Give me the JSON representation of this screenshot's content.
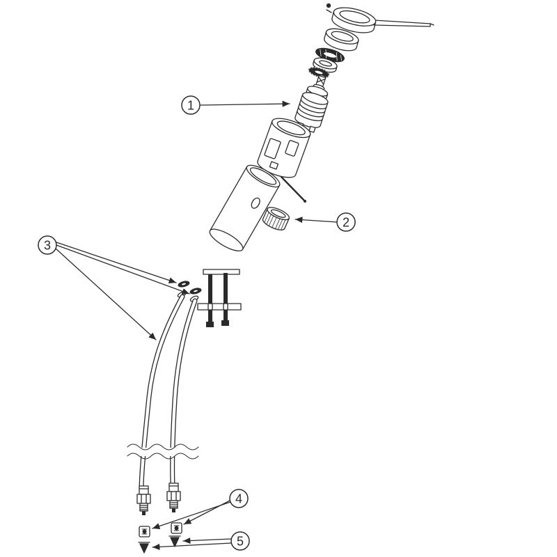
{
  "page": {
    "background_color": "#ffffff",
    "ink_color": "#2a2a2a",
    "kind": "exploded-parts-diagram"
  },
  "diagram": {
    "callouts": [
      {
        "label": "1"
      },
      {
        "label": "2"
      },
      {
        "label": "3"
      },
      {
        "label": "4"
      },
      {
        "label": "5"
      }
    ]
  }
}
